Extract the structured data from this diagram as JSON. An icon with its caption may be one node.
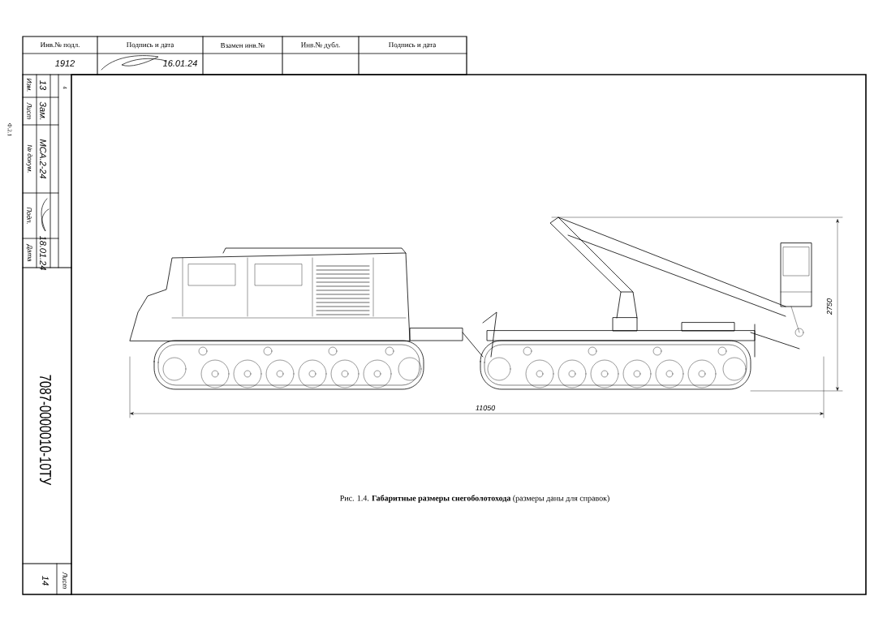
{
  "diagram": {
    "caption": "Рис. 1.4. **Габаритные размеры снегоболотохода** (размеры даны для справок)",
    "labels": [
      "Инв.№ подл.",
      "Подпись и дата",
      "Взамен инв.№",
      "Инв.№ дубл.",
      "Подпись и дата",
      "1912",
      "16.01.24",
      "Ф.2.1",
      "4",
      "Изм.",
      "13",
      "Лист",
      "Зам.",
      "№ докум.",
      "МСА.2-24",
      "Подп.",
      "Дата",
      "18.01.24",
      "7087-0000010-10ТУ",
      "2750",
      "11050",
      "Лист",
      "14"
    ]
  }
}
